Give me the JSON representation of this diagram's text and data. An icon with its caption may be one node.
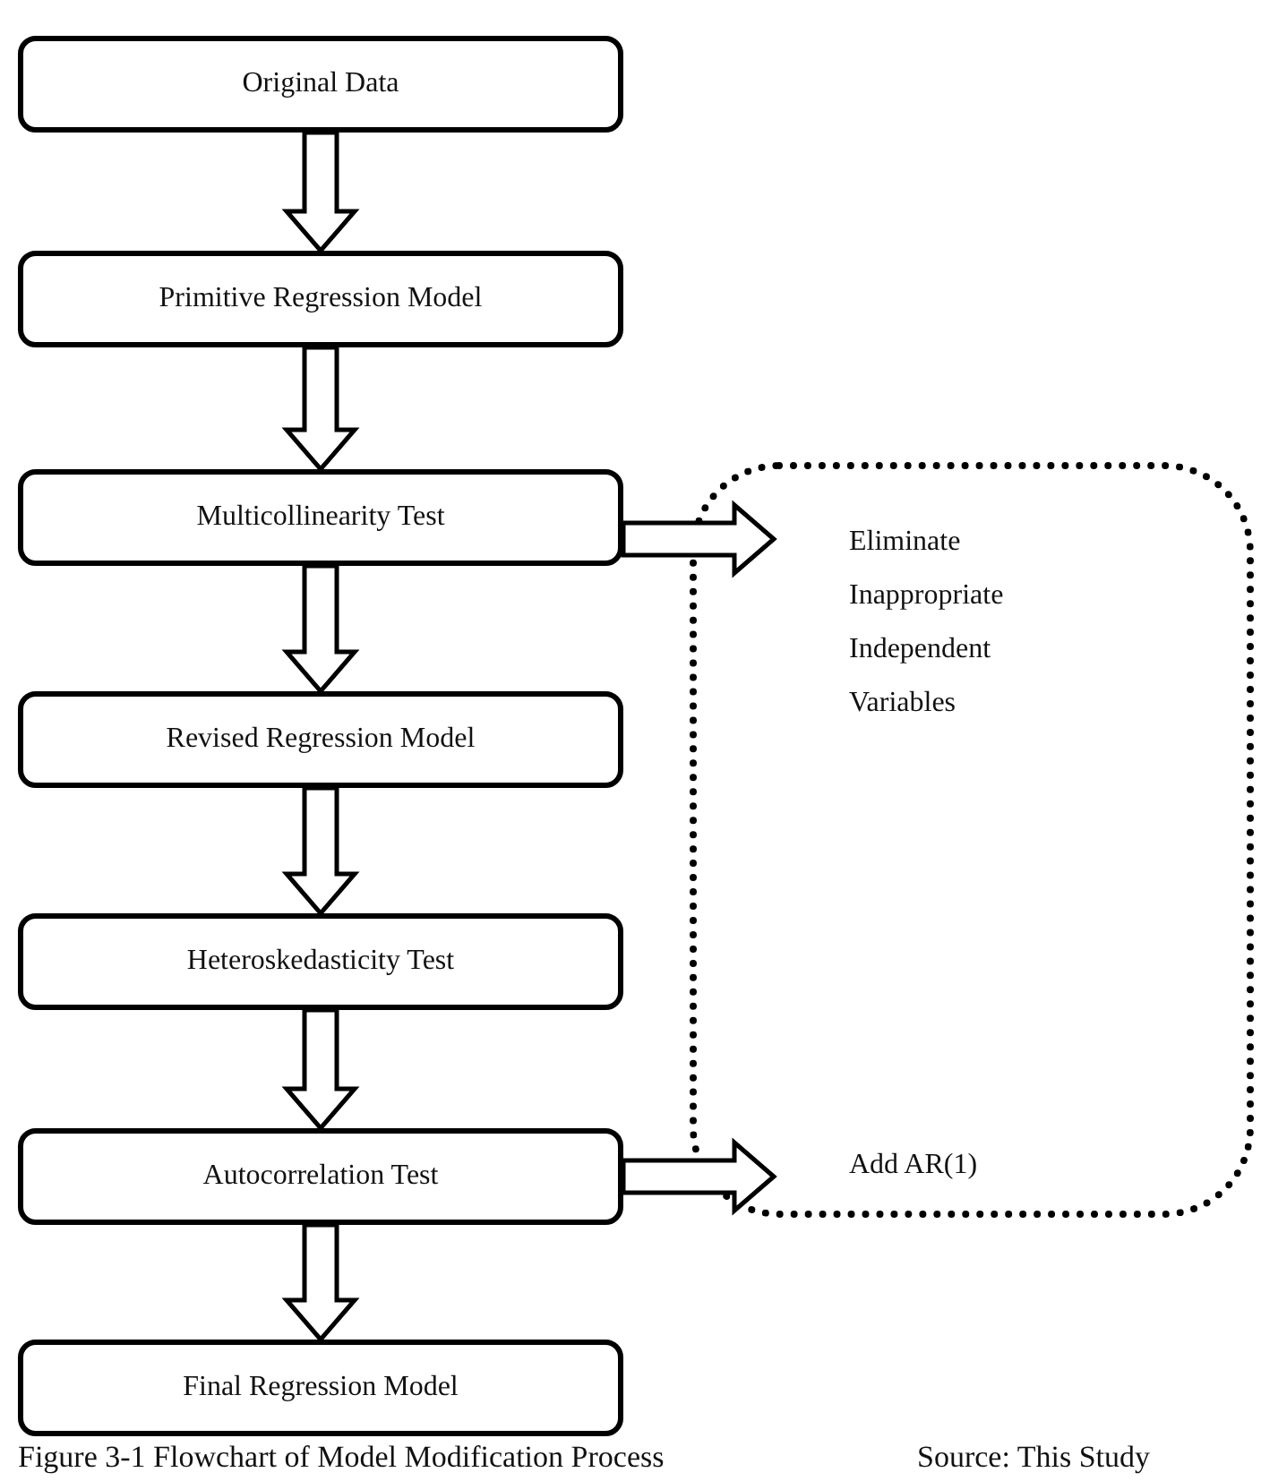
{
  "diagram": {
    "caption": "Figure 3-1 Flowchart of Model Modification Process",
    "nodes": [
      {
        "text": [
          "Original Data"
        ]
      },
      {
        "text": [
          "Primitive Regression Model"
        ]
      },
      {
        "text": [
          "Multicollinearity Test"
        ]
      },
      {
        "text": [
          "Revised Regression Model"
        ]
      },
      {
        "text": [
          "Heteroskedasticity Test"
        ]
      },
      {
        "text": [
          "Autocorrelation Test"
        ]
      },
      {
        "text": [
          "Final Regression Model"
        ]
      },
      {
        "text": [],
        "shape": "box"
      },
      {
        "text": [
          "Eliminate Inappropriate Independent Variables"
        ],
        "in": 7
      },
      {
        "text": [
          "Add AR(1)"
        ],
        "in": 7
      }
    ],
    "edges": [
      {
        "from": 0,
        "to": 1,
        "arrow": "to"
      },
      {
        "from": 1,
        "to": 2,
        "arrow": "to"
      },
      {
        "from": 2,
        "to": 3,
        "arrow": "to"
      },
      {
        "from": 3,
        "to": 4,
        "arrow": "to"
      },
      {
        "from": 4,
        "to": 5,
        "arrow": "to"
      },
      {
        "from": 5,
        "to": 6,
        "arrow": "to"
      },
      {
        "from": 2,
        "to": 8,
        "arrow": "to"
      },
      {
        "from": 5,
        "to": 9,
        "arrow": "to"
      }
    ],
    "labels": [
      "Source: This Study"
    ]
  }
}
